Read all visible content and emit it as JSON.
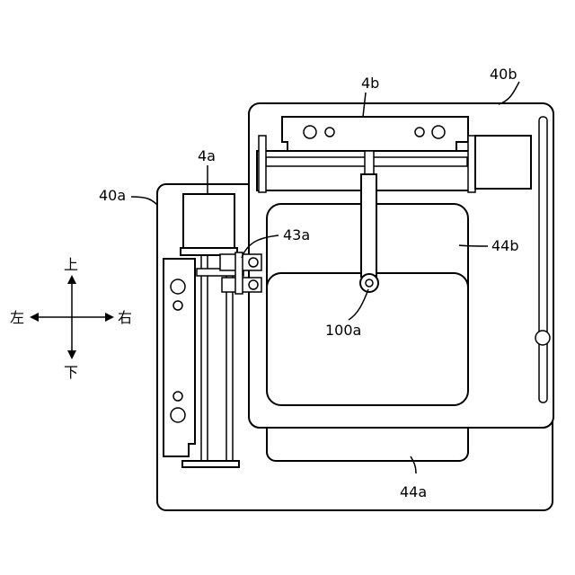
{
  "labels": {
    "frame_40a": "40a",
    "frame_40b": "40b",
    "motor_4a": "4a",
    "motor_4b": "4b",
    "bracket_43a": "43a",
    "recess_44a": "44a",
    "recess_44b": "44b",
    "pivot_100a": "100a"
  },
  "directions": {
    "up": "上",
    "down": "下",
    "left": "左",
    "right": "右"
  }
}
